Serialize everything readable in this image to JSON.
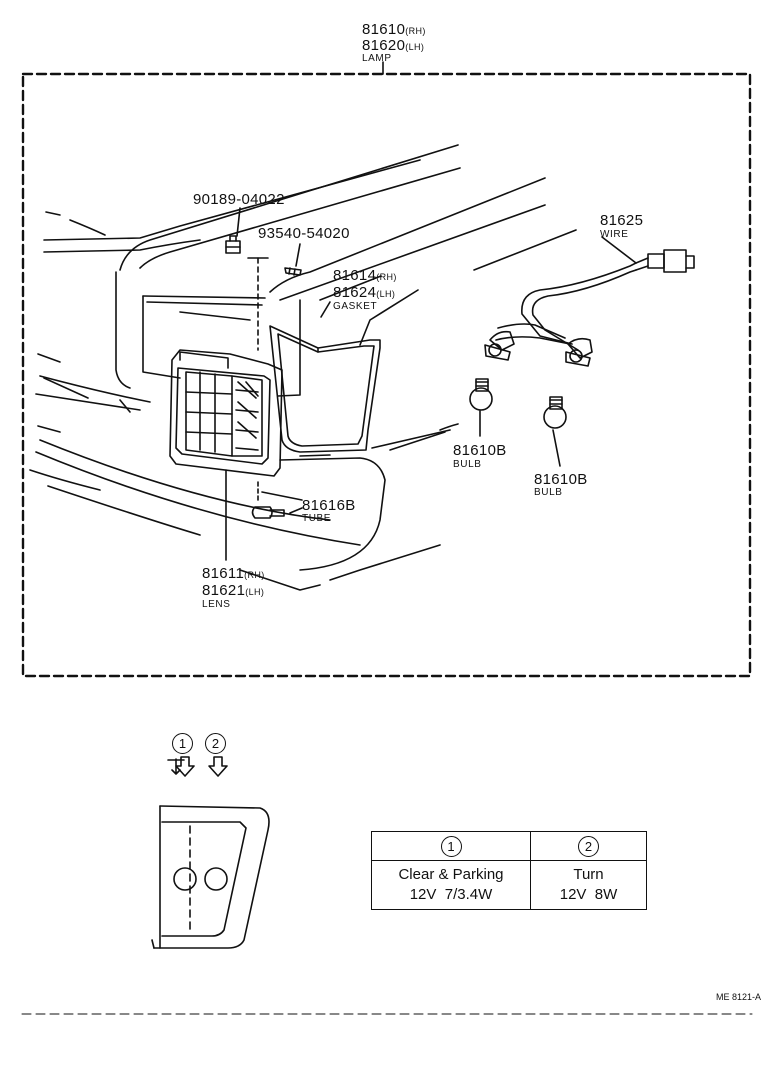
{
  "lamp": {
    "part_rh": "81610",
    "rh_tag": "(RH)",
    "part_lh": "81620",
    "lh_tag": "(LH)",
    "name": "LAMP"
  },
  "screw": {
    "part": "90189-04022"
  },
  "clip": {
    "part": "93540-54020"
  },
  "gasket": {
    "part_rh": "81614",
    "rh_tag": "(RH)",
    "part_lh": "81624",
    "lh_tag": "(LH)",
    "name": "GASKET"
  },
  "wire": {
    "part": "81625",
    "name": "WIRE"
  },
  "bulb1": {
    "part": "81610B",
    "name": "BULB"
  },
  "bulb2": {
    "part": "81610B",
    "name": "BULB"
  },
  "tube": {
    "part": "81616B",
    "name": "TUBE"
  },
  "lens": {
    "part_rh": "81611",
    "rh_tag": "(RH)",
    "part_lh": "81621",
    "lh_tag": "(LH)",
    "name": "LENS"
  },
  "inset": {
    "marker1": "1",
    "marker2": "2"
  },
  "bulb_table": {
    "col1": {
      "marker": "1",
      "line1": "Clear & Parking",
      "line2": "12V  7/3.4W"
    },
    "col2": {
      "marker": "2",
      "line1": "Turn",
      "line2": "12V  8W"
    }
  },
  "footer": {
    "code": "ME 8121-A"
  }
}
